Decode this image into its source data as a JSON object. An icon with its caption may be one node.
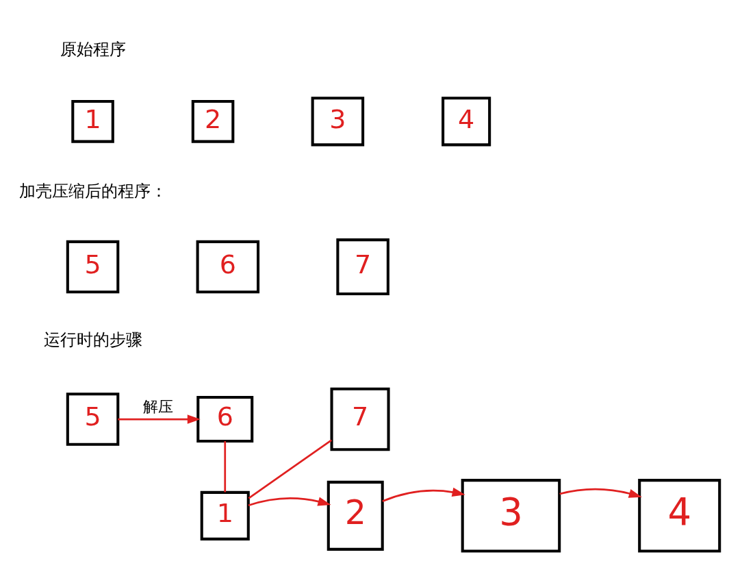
{
  "diagram": {
    "nodes": [
      {
        "text": [
          "1"
        ]
      },
      {
        "text": [
          "2"
        ]
      },
      {
        "text": [
          "3"
        ]
      },
      {
        "text": [
          "4"
        ]
      },
      {
        "text": [
          "5"
        ]
      },
      {
        "text": [
          "6"
        ]
      },
      {
        "text": [
          "7"
        ]
      },
      {
        "text": [
          "5"
        ]
      },
      {
        "text": [
          "6"
        ]
      },
      {
        "text": [
          "7"
        ]
      },
      {
        "text": [
          "1"
        ]
      },
      {
        "text": [
          "2"
        ]
      },
      {
        "text": [
          "3"
        ]
      },
      {
        "text": [
          "4"
        ]
      }
    ],
    "edges": [
      {
        "from": 7,
        "to": 8,
        "arrow": "to",
        "label": "解压",
        "color": "#e02020"
      },
      {
        "from": 8,
        "to": 10,
        "arrow": "none",
        "color": "#e02020"
      },
      {
        "from": 9,
        "to": 10,
        "arrow": "none",
        "color": "#e02020"
      },
      {
        "from": 10,
        "to": 11,
        "arrow": "to",
        "color": "#e02020"
      },
      {
        "from": 11,
        "to": 12,
        "arrow": "to",
        "color": "#e02020"
      },
      {
        "from": 12,
        "to": 13,
        "arrow": "to",
        "color": "#e02020"
      }
    ],
    "labels": [
      "原始程序",
      "加壳压缩后的程序：",
      "运行时的步骤"
    ]
  }
}
